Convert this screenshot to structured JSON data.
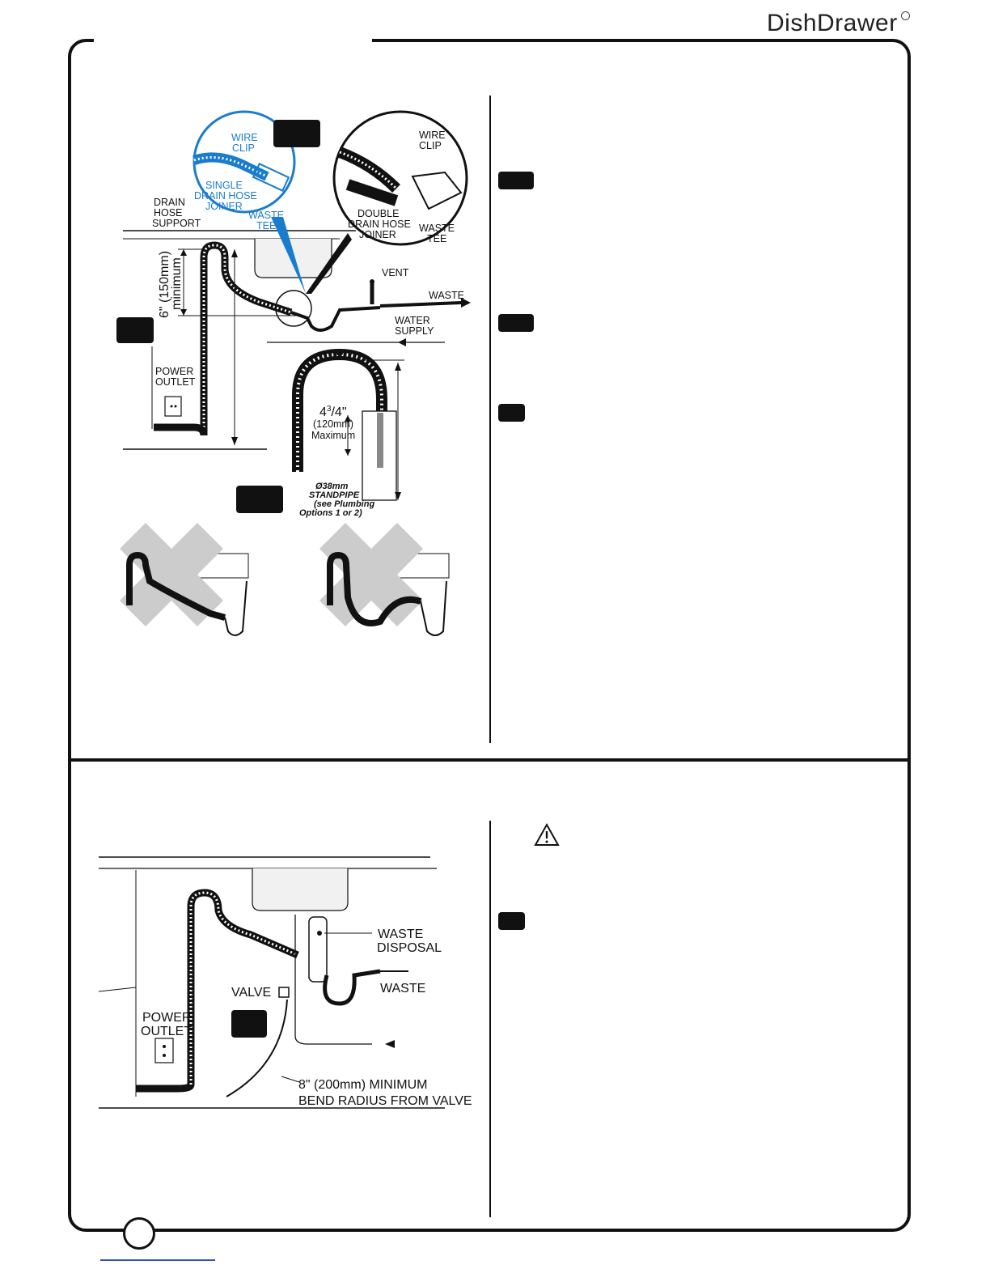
{
  "header": {
    "brand": "DishDrawer",
    "registered_icon": "registered-circle-icon"
  },
  "figure_top": {
    "callouts": {
      "wire_clip": "WIRE",
      "wire_clip_2": "CLIP",
      "single_1": "SINGLE",
      "single_2": "DRAIN HOSE",
      "single_3": "JOINER",
      "waste_tee_1": "WASTE",
      "waste_tee_2": "TEE",
      "support_1": "DRAIN",
      "support_2": "HOSE",
      "support_3": "SUPPORT",
      "wire_clip_r1": "WIRE",
      "wire_clip_r2": "CLIP",
      "double_1": "DOUBLE",
      "double_2": "DRAIN HOSE",
      "double_3": "JOINER",
      "waste_tee_r1": "WASTE",
      "waste_tee_r2": "TEE",
      "vent": "VENT",
      "waste": "WASTE",
      "water_1": "WATER",
      "water_2": "SUPPLY",
      "power_1": "POWER",
      "power_2": "OUTLET",
      "min_height": "6\" (150mm)",
      "min_word": "minimum",
      "max_a": "4",
      "max_b": "3",
      "max_c": "/4\"",
      "max_mm": "(120mm)",
      "max_word": "Maximum",
      "sp_1": "Ø38mm",
      "sp_2": "STANDPIPE",
      "sp_3": "(see Plumbing",
      "sp_4": "Options 1 or 2)"
    }
  },
  "figure_bottom": {
    "callouts": {
      "waste_disposal_1": "WASTE",
      "waste_disposal_2": "DISPOSAL",
      "waste": "WASTE",
      "valve": "VALVE",
      "power_1": "POWER",
      "power_2": "OUTLET",
      "bend_1": "8\" (200mm) MINIMUM",
      "bend_2": "BEND RADIUS FROM VALVE"
    },
    "warning_icon": "warning-triangle-icon"
  }
}
